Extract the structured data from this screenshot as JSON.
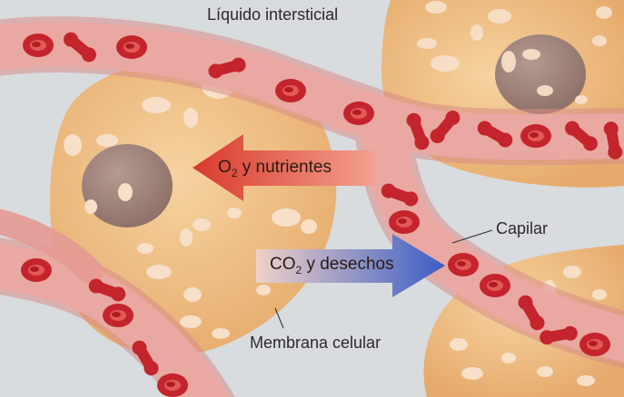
{
  "labels": {
    "interstitial": "Líquido intersticial",
    "capillary": "Capilar",
    "membrane": "Membrana celular"
  },
  "arrows": {
    "in": {
      "prefix": "O",
      "sub": "2",
      "suffix": " y nutrientes"
    },
    "out": {
      "prefix": "CO",
      "sub": "2",
      "suffix": " y desechos"
    }
  },
  "colors": {
    "background": "#d9dde0",
    "cell": "#efbf86",
    "nucleus": "#a48780",
    "capillary": "#e7a09a",
    "red_blood_cell": "#c4242c",
    "arrow_in": "#dc4a38",
    "arrow_out": "#3f63c8"
  }
}
